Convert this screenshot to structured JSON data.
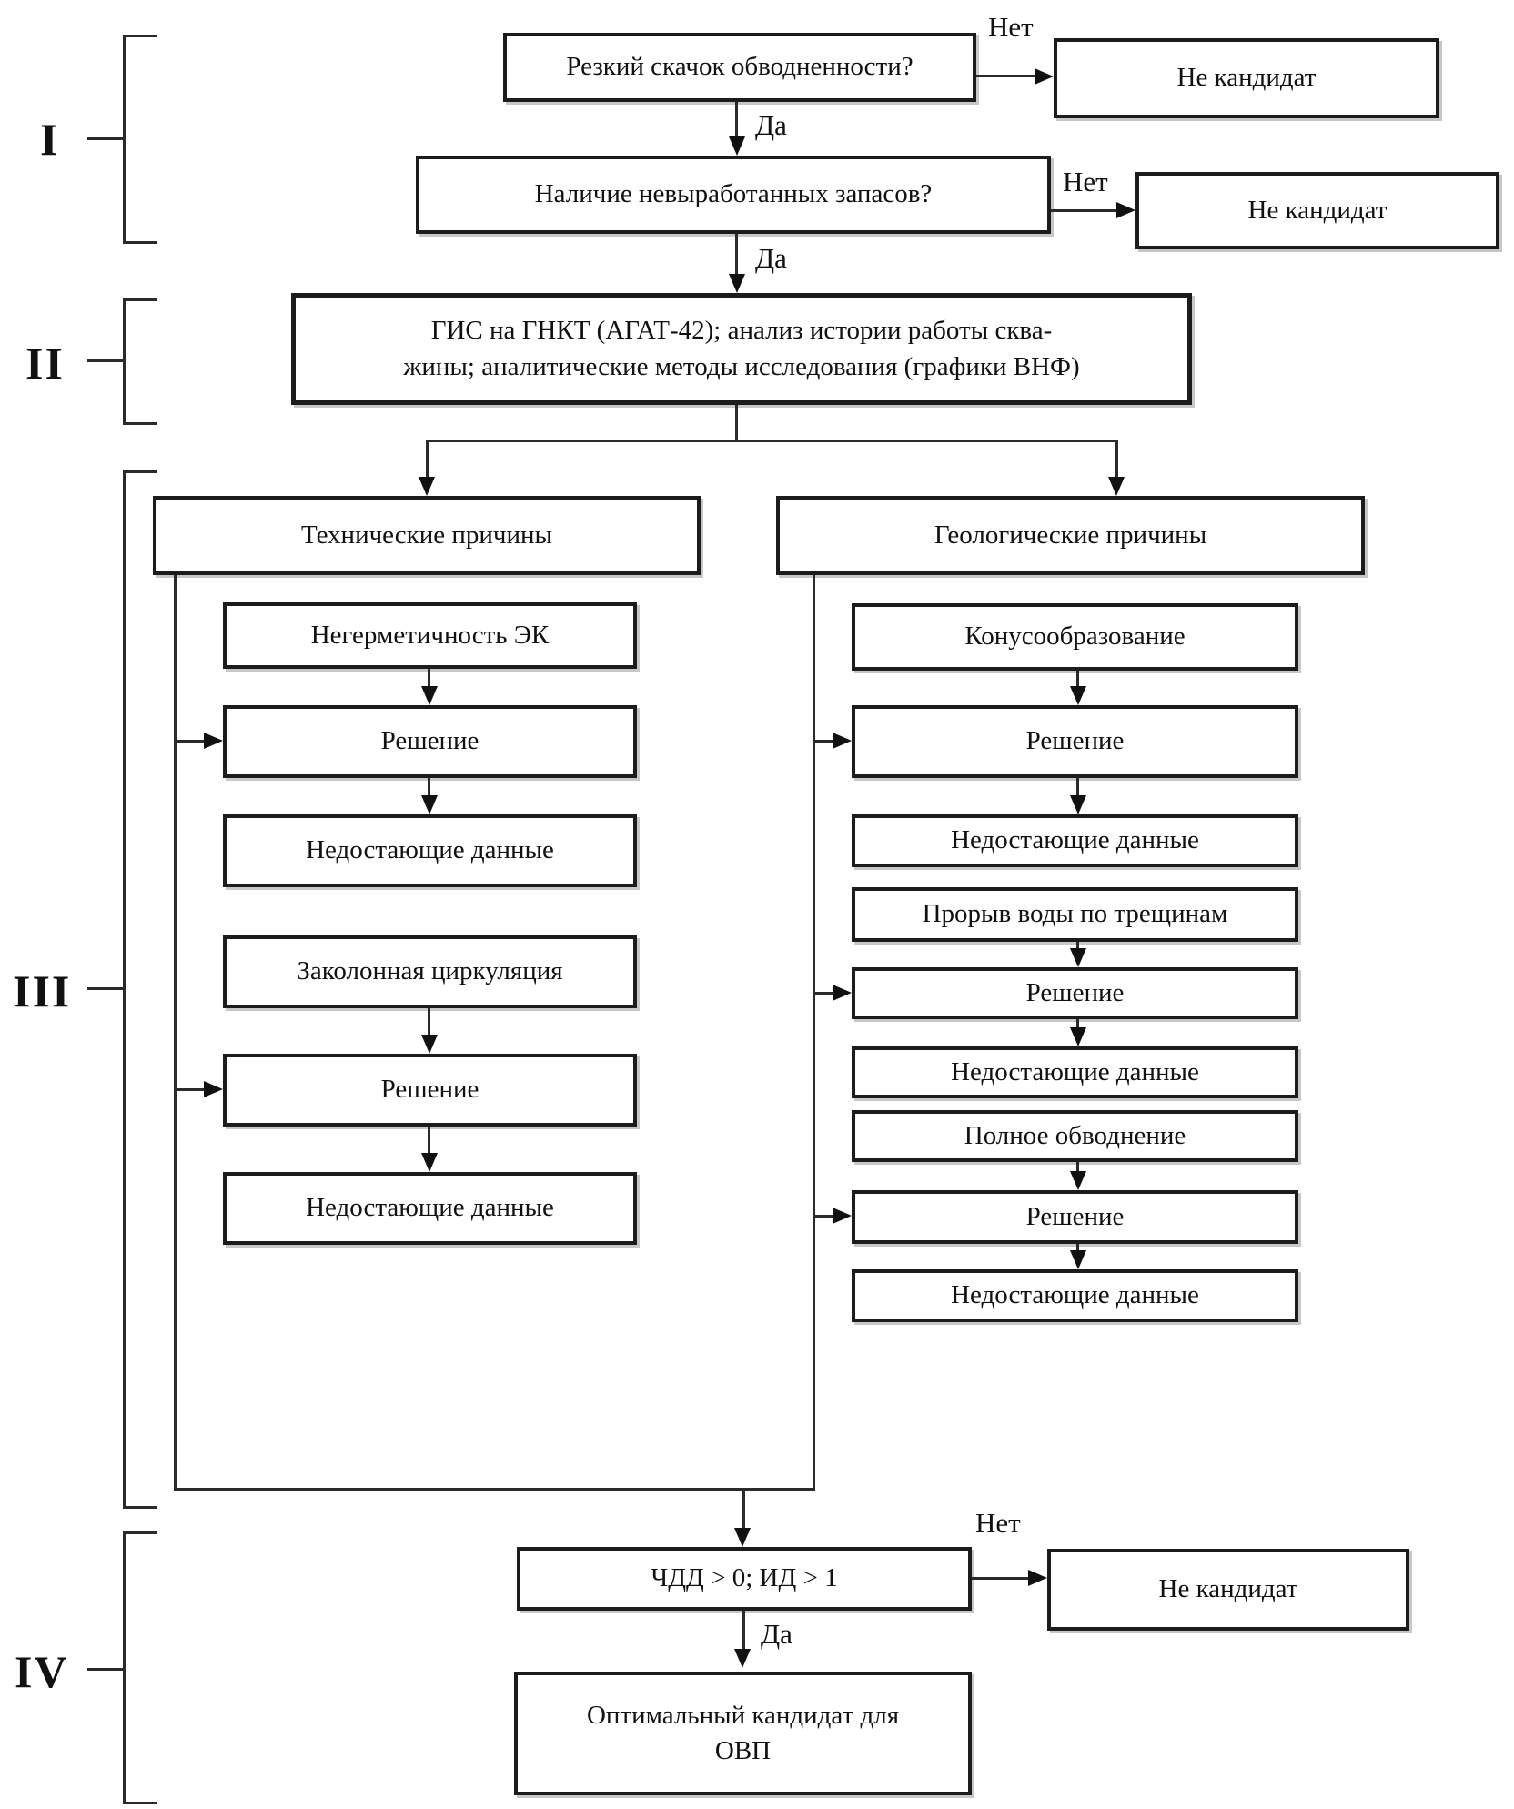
{
  "stages": [
    "I",
    "II",
    "III",
    "IV"
  ],
  "decision": {
    "yes": "Да",
    "no": "Нет"
  },
  "screening": {
    "q1": "Резкий скачок обводненности?",
    "q2": "Наличие невыработанных запасов?",
    "not_candidate": "Не кандидат"
  },
  "diagnostics": {
    "line1": "ГИС на ГНКТ (АГАТ-42); анализ истории работы сква-",
    "line2": "жины; аналитические методы исследования (графики ВНФ)"
  },
  "technical": {
    "header": "Технические причины",
    "causes": [
      {
        "cause": "Негерметичность ЭК",
        "solution": "Решение",
        "missing_data": "Недостающие данные"
      },
      {
        "cause": "Заколонная циркуляция",
        "solution": "Решение",
        "missing_data": "Недостающие данные"
      }
    ]
  },
  "geological": {
    "header": "Геологические причины",
    "causes": [
      {
        "cause": "Конусообразование",
        "solution": "Решение",
        "missing_data": "Недостающие данные"
      },
      {
        "cause": "Прорыв воды по трещинам",
        "solution": "Решение",
        "missing_data": "Недостающие данные"
      },
      {
        "cause": "Полное обводнение",
        "solution": "Решение",
        "missing_data": "Недостающие данные"
      }
    ]
  },
  "economics": {
    "criterion": "ЧДД > 0; ИД > 1",
    "not_candidate": "Не кандидат",
    "optimal_line1": "Оптимальный кандидат для",
    "optimal_line2": "ОВП"
  }
}
